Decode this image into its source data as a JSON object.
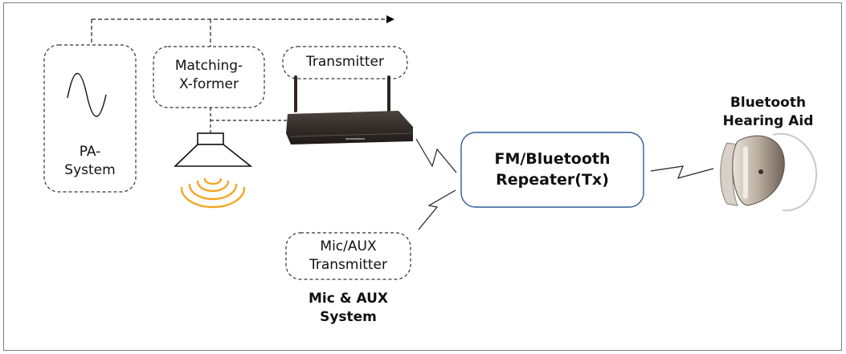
{
  "diagram": {
    "pa_system_label": "PA-\nSystem",
    "matching_transformer_label": "Matching-\nX-former",
    "transmitter_label": "Transmitter",
    "mic_aux_transmitter_label": "Mic/AUX\nTransmitter",
    "mic_aux_system_label": "Mic & AUX\nSystem",
    "repeater_label": "FM/Bluetooth\nRepeater(Tx)",
    "hearing_aid_label": "Bluetooth\nHearing Aid"
  },
  "colors": {
    "line": "#222222",
    "box_border": "#333333",
    "repeater_border": "#2f5d9a",
    "sound_waves": "#f5a623",
    "router_body": "#2b2624",
    "hearing_aid_shell": "#8a7a6a"
  },
  "icons": {
    "pa_system": "sine-wave-icon",
    "speaker": "loudspeaker-icon",
    "sound": "sound-waves-icon",
    "transmitter": "wireless-router-icon",
    "hearing_aid": "hearing-aid-icon"
  }
}
